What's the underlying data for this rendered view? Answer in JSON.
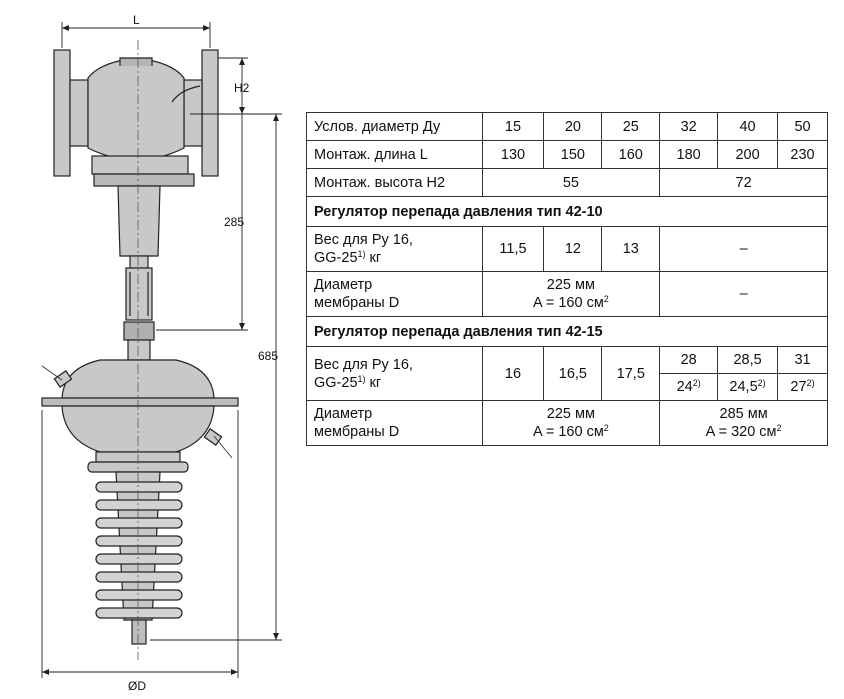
{
  "drawing": {
    "dim_L": "L",
    "dim_H2": "H2",
    "dim_285": "285",
    "dim_685": "685",
    "dim_D": "ØD"
  },
  "table": {
    "row_dn": {
      "label": "Услов. диаметр Ду",
      "values": [
        "15",
        "20",
        "25",
        "32",
        "40",
        "50"
      ]
    },
    "row_len": {
      "label": "Монтаж. длина L",
      "values": [
        "130",
        "150",
        "160",
        "180",
        "200",
        "230"
      ]
    },
    "row_h2": {
      "label": "Монтаж. высота H2",
      "v1": "55",
      "v2": "72"
    },
    "sec1": {
      "title": "Регулятор перепада давления тип 42-10"
    },
    "s1_weight": {
      "label1": "Вес для Ру 16,",
      "label2a": "GG-25",
      "label2sup": "1)",
      "label2b": " кг",
      "v1": "11,5",
      "v2": "12",
      "v3": "13",
      "dash": "–"
    },
    "s1_diam": {
      "label1": "Диаметр",
      "label2": "мембраны D",
      "v_line1": "225 мм",
      "v_line2a": "A = 160 см",
      "v_line2sup": "2",
      "dash": "–"
    },
    "sec2": {
      "title": "Регулятор перепада давления тип 42-15"
    },
    "s2_weight": {
      "label1": "Вес для Ру 16,",
      "label2a": "GG-25",
      "label2sup": "1)",
      "label2b": " кг",
      "v1": "16",
      "v2": "16,5",
      "v3": "17,5",
      "v4": "28",
      "v5": "28,5",
      "v6": "31",
      "v4b": "24",
      "v5b": "24,5",
      "v6b": "27",
      "sup2": "2)"
    },
    "s2_diam": {
      "label1": "Диаметр",
      "label2": "мембраны D",
      "a_line1": "225 мм",
      "a_line2a": "A = 160 см",
      "a_line2sup": "2",
      "b_line1": "285 мм",
      "b_line2a": "A = 320 см",
      "b_line2sup": "2"
    }
  }
}
